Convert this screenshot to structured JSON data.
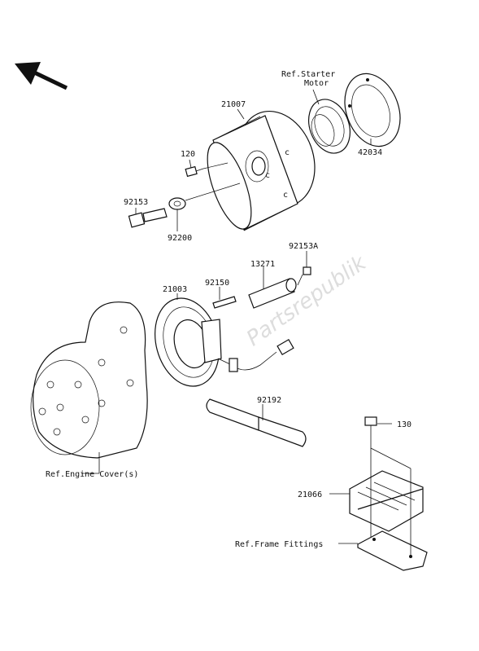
{
  "watermark": "Partsrepublik",
  "labels": {
    "ref_starter_motor_1": "Ref.Starter",
    "ref_starter_motor_2": "Motor",
    "p21007": "21007",
    "p120": "120",
    "p92153": "92153",
    "p92200": "92200",
    "p42034": "42034",
    "p92153A": "92153A",
    "p13271": "13271",
    "p21003": "21003",
    "p92150": "92150",
    "p92192": "92192",
    "p130": "130",
    "p21066": "21066",
    "ref_engine_cover": "Ref.Engine Cover(s)",
    "ref_frame_fittings": "Ref.Frame Fittings"
  }
}
